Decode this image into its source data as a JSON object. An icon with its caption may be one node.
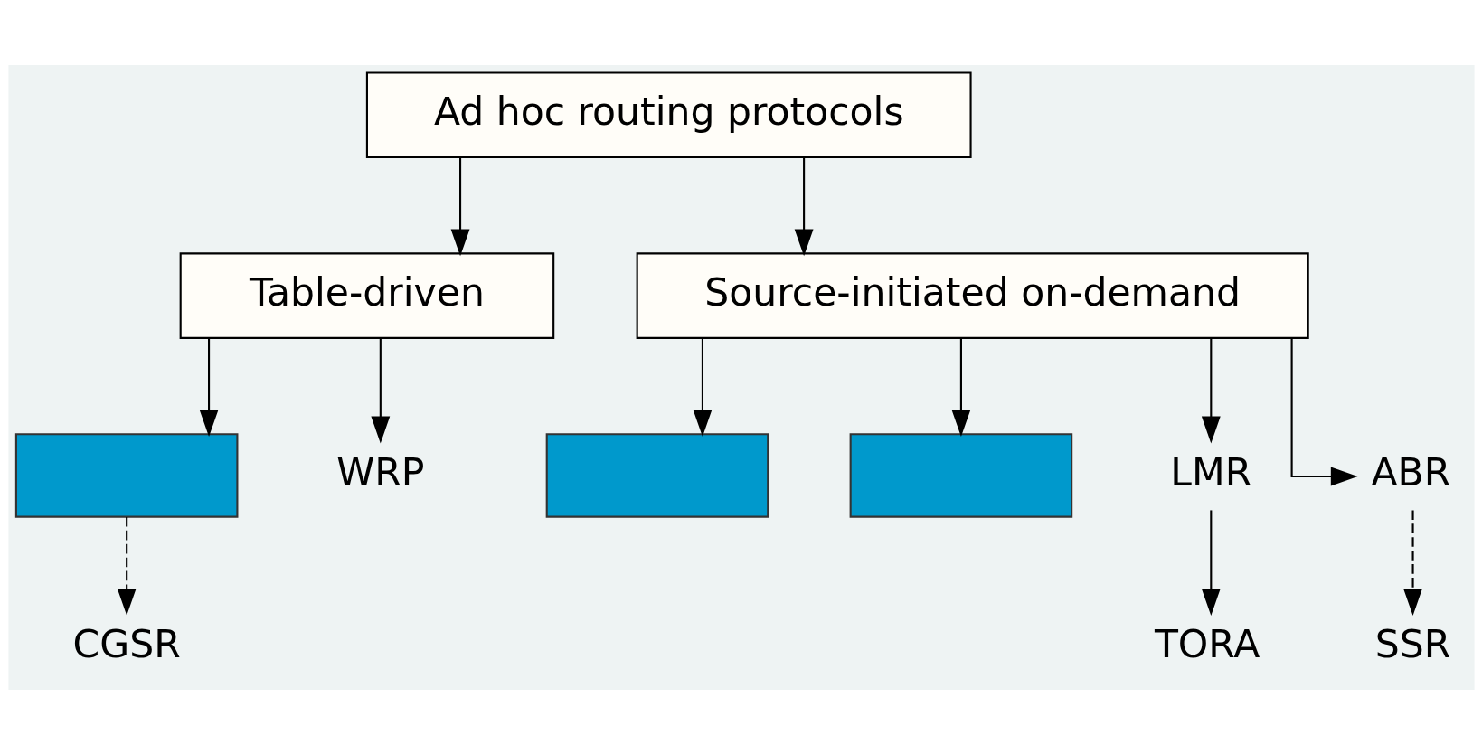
{
  "diagram": {
    "nodes": [
      {
        "text": [
          "Ad hoc routing protocols"
        ]
      },
      {
        "text": [
          "Table-driven"
        ]
      },
      {
        "text": [
          "Source-initiated on-demand"
        ]
      },
      {
        "text": [],
        "shape": "box"
      },
      {
        "text": [
          "WRP"
        ]
      },
      {
        "text": [],
        "shape": "box"
      },
      {
        "text": [],
        "shape": "box"
      },
      {
        "text": [
          "LMR"
        ]
      },
      {
        "text": [
          "ABR"
        ]
      },
      {
        "text": [
          "CGSR"
        ]
      },
      {
        "text": [
          "TORA"
        ]
      },
      {
        "text": [
          "SSR"
        ]
      }
    ],
    "edges": [
      {
        "from": 0,
        "to": 1,
        "arrow": "to"
      },
      {
        "from": 0,
        "to": 2,
        "arrow": "to"
      },
      {
        "from": 1,
        "to": 3,
        "arrow": "to"
      },
      {
        "from": 1,
        "to": 4,
        "arrow": "to"
      },
      {
        "from": 2,
        "to": 5,
        "arrow": "to"
      },
      {
        "from": 2,
        "to": 6,
        "arrow": "to"
      },
      {
        "from": 2,
        "to": 7,
        "arrow": "to"
      },
      {
        "from": 2,
        "to": 8,
        "arrow": "to"
      },
      {
        "from": 3,
        "to": 9,
        "arrow": "to",
        "style": "dashed"
      },
      {
        "from": 7,
        "to": 10,
        "arrow": "to"
      },
      {
        "from": 8,
        "to": 11,
        "arrow": "to",
        "style": "dashed"
      }
    ]
  }
}
